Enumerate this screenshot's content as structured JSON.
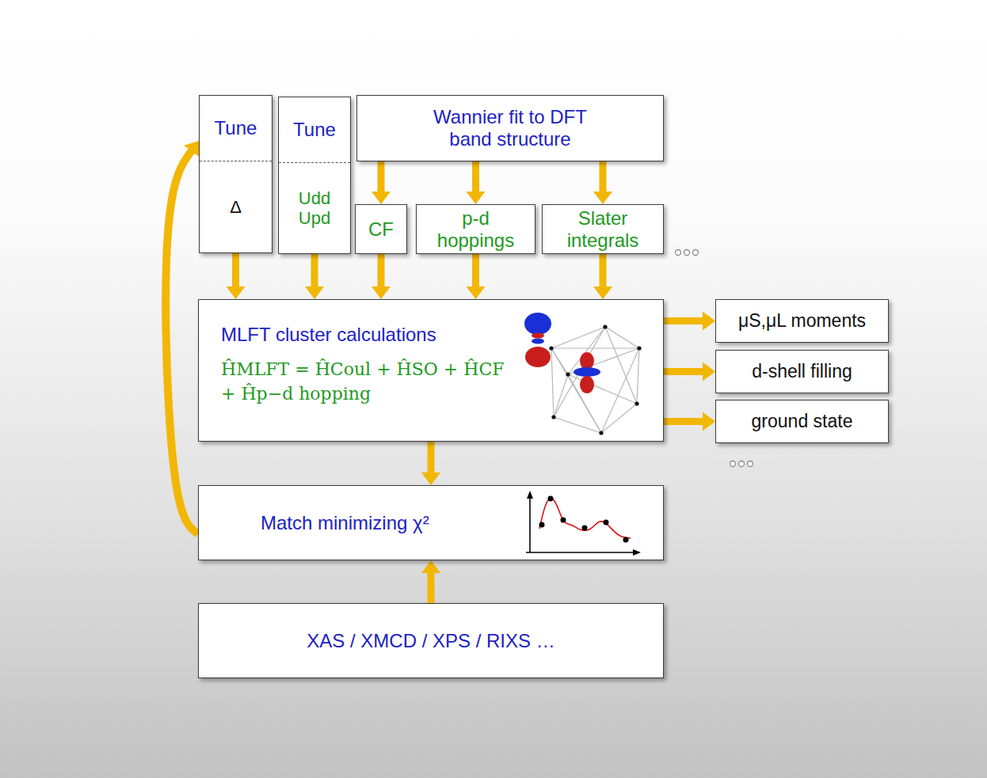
{
  "diagram": {
    "nodes": [
      {
        "text": [
          "Tune",
          "Δ"
        ]
      },
      {
        "text": [
          "Tune",
          "Udd Upd"
        ]
      },
      {
        "text": [
          "Wannier fit to DFT band structure"
        ]
      },
      {
        "text": [
          "CF"
        ]
      },
      {
        "text": [
          "p-d hoppings"
        ]
      },
      {
        "text": [
          "Slater integrals"
        ]
      },
      {
        "text": [
          "MLFT cluster calculations",
          "ĤMLFT = ĤCoul + ĤSO + ĤCF + Ĥp−d hopping"
        ]
      },
      {
        "text": [
          "μS,μL moments"
        ]
      },
      {
        "text": [
          "d-shell filling"
        ]
      },
      {
        "text": [
          "ground state"
        ]
      },
      {
        "text": [
          "Match minimizing χ²"
        ]
      },
      {
        "text": [
          "XAS / XMCD / XPS / RIXS …"
        ]
      }
    ],
    "edges": [
      {
        "from": 2,
        "to": 3,
        "arrow": "to"
      },
      {
        "from": 2,
        "to": 4,
        "arrow": "to"
      },
      {
        "from": 2,
        "to": 5,
        "arrow": "to"
      },
      {
        "from": 0,
        "to": 6,
        "arrow": "to"
      },
      {
        "from": 1,
        "to": 6,
        "arrow": "to"
      },
      {
        "from": 3,
        "to": 6,
        "arrow": "to"
      },
      {
        "from": 4,
        "to": 6,
        "arrow": "to"
      },
      {
        "from": 5,
        "to": 6,
        "arrow": "to"
      },
      {
        "from": 6,
        "to": 7,
        "arrow": "to"
      },
      {
        "from": 6,
        "to": 8,
        "arrow": "to"
      },
      {
        "from": 6,
        "to": 9,
        "arrow": "to"
      },
      {
        "from": 6,
        "to": 10,
        "arrow": "to"
      },
      {
        "from": 11,
        "to": 10,
        "arrow": "to"
      },
      {
        "from": 10,
        "to": 0,
        "arrow": "to"
      }
    ]
  }
}
